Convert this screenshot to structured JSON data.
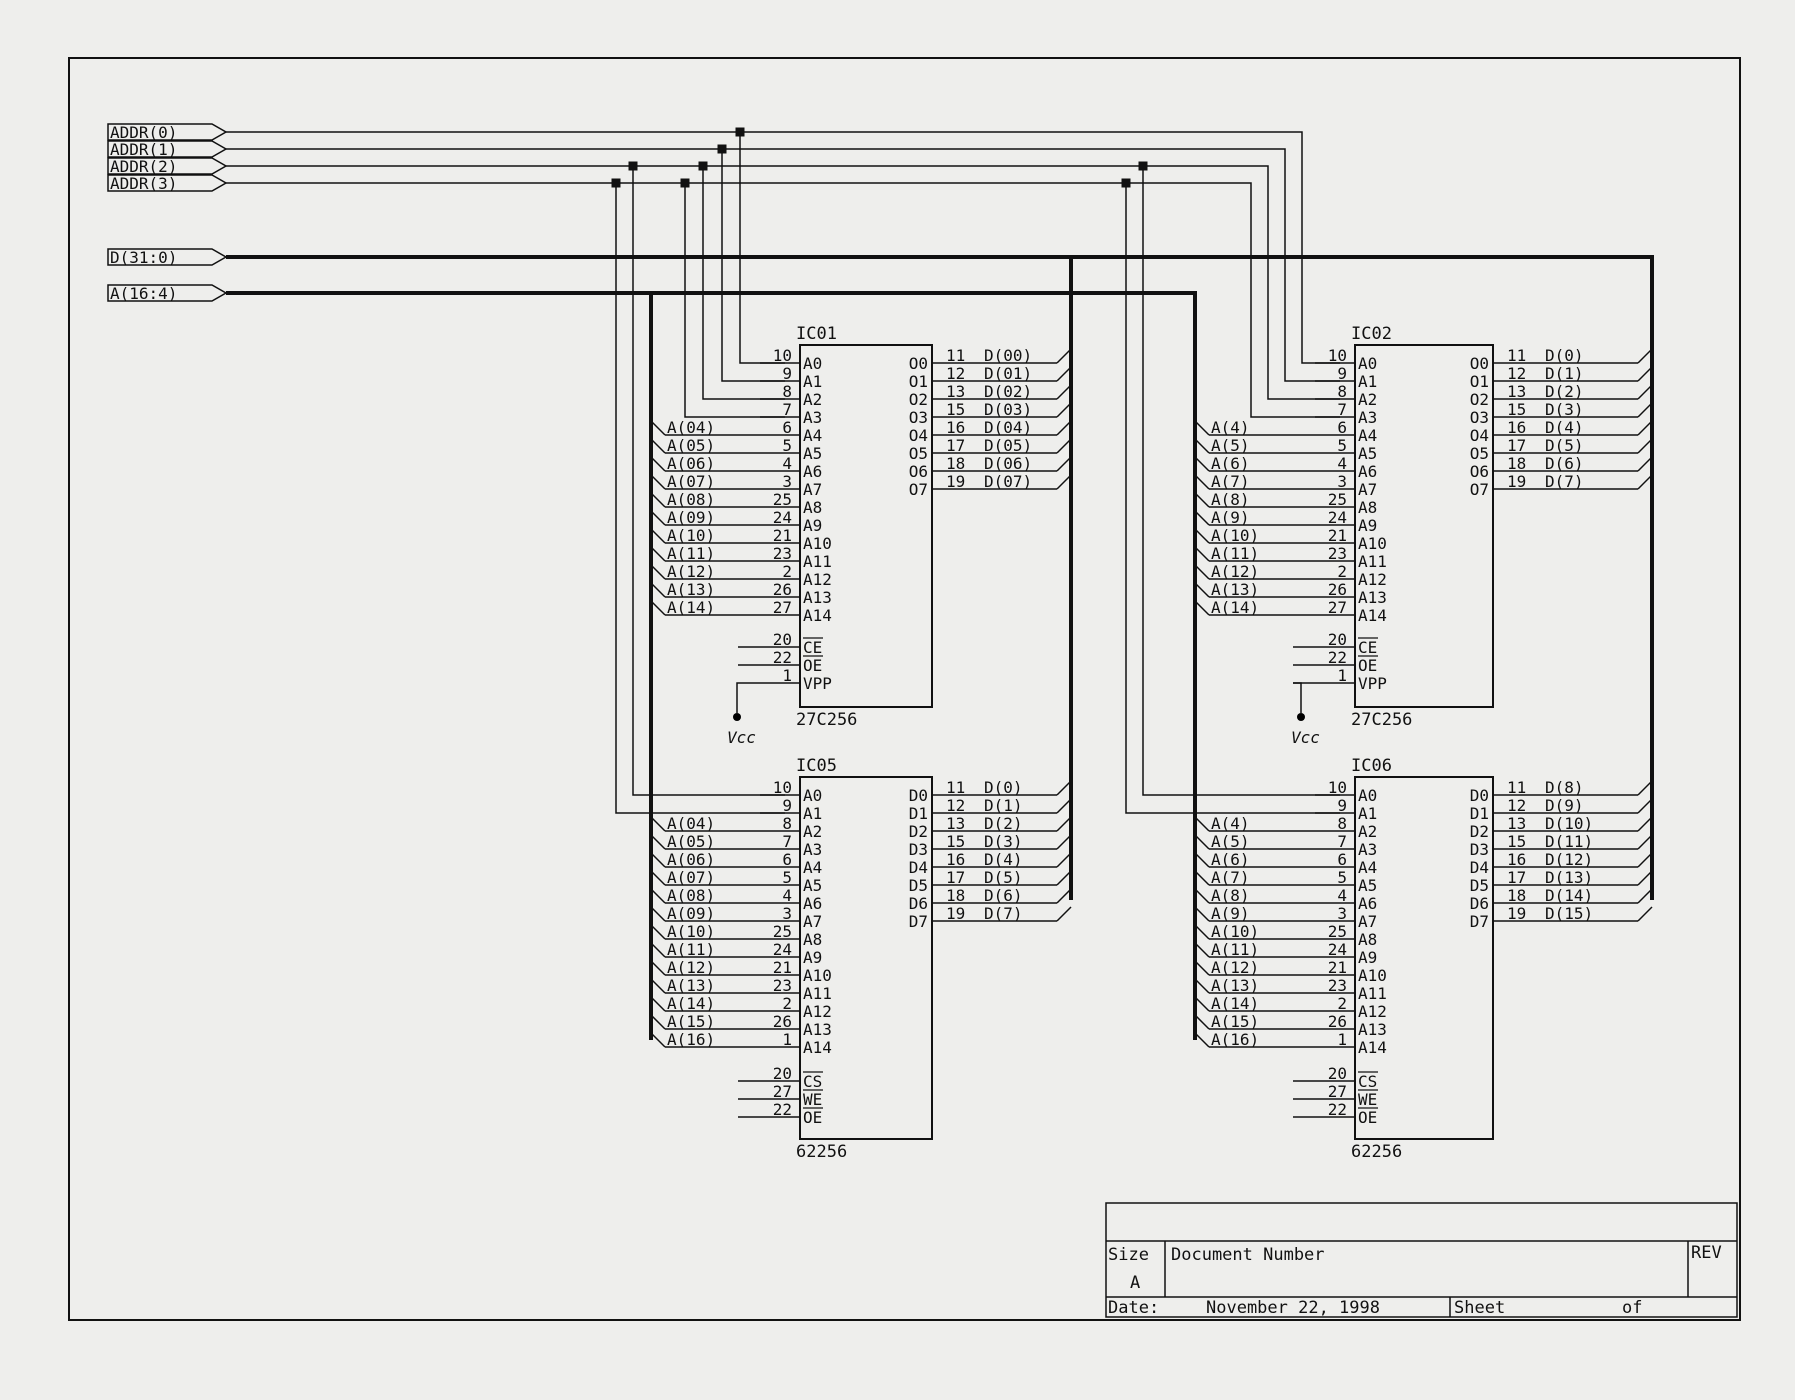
{
  "ports": [
    {
      "label": "ADDR(0)"
    },
    {
      "label": "ADDR(1)"
    },
    {
      "label": "ADDR(2)"
    },
    {
      "label": "ADDR(3)"
    },
    {
      "label": "D(31:0)"
    },
    {
      "label": "A(16:4)"
    }
  ],
  "chips": [
    {
      "name": "IC01",
      "part": "27C256",
      "vcc": "Vcc",
      "left_pins": [
        {
          "num": "10",
          "name": "A0",
          "sig": ""
        },
        {
          "num": "9",
          "name": "A1",
          "sig": ""
        },
        {
          "num": "8",
          "name": "A2",
          "sig": ""
        },
        {
          "num": "7",
          "name": "A3",
          "sig": ""
        },
        {
          "num": "6",
          "name": "A4",
          "sig": "A(04)"
        },
        {
          "num": "5",
          "name": "A5",
          "sig": "A(05)"
        },
        {
          "num": "4",
          "name": "A6",
          "sig": "A(06)"
        },
        {
          "num": "3",
          "name": "A7",
          "sig": "A(07)"
        },
        {
          "num": "25",
          "name": "A8",
          "sig": "A(08)"
        },
        {
          "num": "24",
          "name": "A9",
          "sig": "A(09)"
        },
        {
          "num": "21",
          "name": "A10",
          "sig": "A(10)"
        },
        {
          "num": "23",
          "name": "A11",
          "sig": "A(11)"
        },
        {
          "num": "2",
          "name": "A12",
          "sig": "A(12)"
        },
        {
          "num": "26",
          "name": "A13",
          "sig": "A(13)"
        },
        {
          "num": "27",
          "name": "A14",
          "sig": "A(14)"
        }
      ],
      "ctrl_pins": [
        {
          "num": "20",
          "name": "CE"
        },
        {
          "num": "22",
          "name": "OE"
        },
        {
          "num": "1",
          "name": "VPP"
        }
      ],
      "right_pins": [
        {
          "num": "11",
          "name": "O0",
          "sig": "D(00)"
        },
        {
          "num": "12",
          "name": "O1",
          "sig": "D(01)"
        },
        {
          "num": "13",
          "name": "O2",
          "sig": "D(02)"
        },
        {
          "num": "15",
          "name": "O3",
          "sig": "D(03)"
        },
        {
          "num": "16",
          "name": "O4",
          "sig": "D(04)"
        },
        {
          "num": "17",
          "name": "O5",
          "sig": "D(05)"
        },
        {
          "num": "18",
          "name": "O6",
          "sig": "D(06)"
        },
        {
          "num": "19",
          "name": "O7",
          "sig": "D(07)"
        }
      ]
    },
    {
      "name": "IC02",
      "part": "27C256",
      "vcc": "Vcc",
      "left_pins": [
        {
          "num": "10",
          "name": "A0",
          "sig": ""
        },
        {
          "num": "9",
          "name": "A1",
          "sig": ""
        },
        {
          "num": "8",
          "name": "A2",
          "sig": ""
        },
        {
          "num": "7",
          "name": "A3",
          "sig": ""
        },
        {
          "num": "6",
          "name": "A4",
          "sig": "A(4)"
        },
        {
          "num": "5",
          "name": "A5",
          "sig": "A(5)"
        },
        {
          "num": "4",
          "name": "A6",
          "sig": "A(6)"
        },
        {
          "num": "3",
          "name": "A7",
          "sig": "A(7)"
        },
        {
          "num": "25",
          "name": "A8",
          "sig": "A(8)"
        },
        {
          "num": "24",
          "name": "A9",
          "sig": "A(9)"
        },
        {
          "num": "21",
          "name": "A10",
          "sig": "A(10)"
        },
        {
          "num": "23",
          "name": "A11",
          "sig": "A(11)"
        },
        {
          "num": "2",
          "name": "A12",
          "sig": "A(12)"
        },
        {
          "num": "26",
          "name": "A13",
          "sig": "A(13)"
        },
        {
          "num": "27",
          "name": "A14",
          "sig": "A(14)"
        }
      ],
      "ctrl_pins": [
        {
          "num": "20",
          "name": "CE"
        },
        {
          "num": "22",
          "name": "OE"
        },
        {
          "num": "1",
          "name": "VPP"
        }
      ],
      "right_pins": [
        {
          "num": "11",
          "name": "O0",
          "sig": "D(0)"
        },
        {
          "num": "12",
          "name": "O1",
          "sig": "D(1)"
        },
        {
          "num": "13",
          "name": "O2",
          "sig": "D(2)"
        },
        {
          "num": "15",
          "name": "O3",
          "sig": "D(3)"
        },
        {
          "num": "16",
          "name": "O4",
          "sig": "D(4)"
        },
        {
          "num": "17",
          "name": "O5",
          "sig": "D(5)"
        },
        {
          "num": "18",
          "name": "O6",
          "sig": "D(6)"
        },
        {
          "num": "19",
          "name": "O7",
          "sig": "D(7)"
        }
      ]
    },
    {
      "name": "IC05",
      "part": "62256",
      "vcc": "",
      "left_pins": [
        {
          "num": "10",
          "name": "A0",
          "sig": ""
        },
        {
          "num": "9",
          "name": "A1",
          "sig": ""
        },
        {
          "num": "8",
          "name": "A2",
          "sig": "A(04)"
        },
        {
          "num": "7",
          "name": "A3",
          "sig": "A(05)"
        },
        {
          "num": "6",
          "name": "A4",
          "sig": "A(06)"
        },
        {
          "num": "5",
          "name": "A5",
          "sig": "A(07)"
        },
        {
          "num": "4",
          "name": "A6",
          "sig": "A(08)"
        },
        {
          "num": "3",
          "name": "A7",
          "sig": "A(09)"
        },
        {
          "num": "25",
          "name": "A8",
          "sig": "A(10)"
        },
        {
          "num": "24",
          "name": "A9",
          "sig": "A(11)"
        },
        {
          "num": "21",
          "name": "A10",
          "sig": "A(12)"
        },
        {
          "num": "23",
          "name": "A11",
          "sig": "A(13)"
        },
        {
          "num": "2",
          "name": "A12",
          "sig": "A(14)"
        },
        {
          "num": "26",
          "name": "A13",
          "sig": "A(15)"
        },
        {
          "num": "1",
          "name": "A14",
          "sig": "A(16)"
        }
      ],
      "ctrl_pins": [
        {
          "num": "20",
          "name": "CS"
        },
        {
          "num": "27",
          "name": "WE"
        },
        {
          "num": "22",
          "name": "OE"
        }
      ],
      "right_pins": [
        {
          "num": "11",
          "name": "D0",
          "sig": "D(0)"
        },
        {
          "num": "12",
          "name": "D1",
          "sig": "D(1)"
        },
        {
          "num": "13",
          "name": "D2",
          "sig": "D(2)"
        },
        {
          "num": "15",
          "name": "D3",
          "sig": "D(3)"
        },
        {
          "num": "16",
          "name": "D4",
          "sig": "D(4)"
        },
        {
          "num": "17",
          "name": "D5",
          "sig": "D(5)"
        },
        {
          "num": "18",
          "name": "D6",
          "sig": "D(6)"
        },
        {
          "num": "19",
          "name": "D7",
          "sig": "D(7)"
        }
      ]
    },
    {
      "name": "IC06",
      "part": "62256",
      "vcc": "",
      "left_pins": [
        {
          "num": "10",
          "name": "A0",
          "sig": ""
        },
        {
          "num": "9",
          "name": "A1",
          "sig": ""
        },
        {
          "num": "8",
          "name": "A2",
          "sig": "A(4)"
        },
        {
          "num": "7",
          "name": "A3",
          "sig": "A(5)"
        },
        {
          "num": "6",
          "name": "A4",
          "sig": "A(6)"
        },
        {
          "num": "5",
          "name": "A5",
          "sig": "A(7)"
        },
        {
          "num": "4",
          "name": "A6",
          "sig": "A(8)"
        },
        {
          "num": "3",
          "name": "A7",
          "sig": "A(9)"
        },
        {
          "num": "25",
          "name": "A8",
          "sig": "A(10)"
        },
        {
          "num": "24",
          "name": "A9",
          "sig": "A(11)"
        },
        {
          "num": "21",
          "name": "A10",
          "sig": "A(12)"
        },
        {
          "num": "23",
          "name": "A11",
          "sig": "A(13)"
        },
        {
          "num": "2",
          "name": "A12",
          "sig": "A(14)"
        },
        {
          "num": "26",
          "name": "A13",
          "sig": "A(15)"
        },
        {
          "num": "1",
          "name": "A14",
          "sig": "A(16)"
        }
      ],
      "ctrl_pins": [
        {
          "num": "20",
          "name": "CS"
        },
        {
          "num": "27",
          "name": "WE"
        },
        {
          "num": "22",
          "name": "OE"
        }
      ],
      "right_pins": [
        {
          "num": "11",
          "name": "D0",
          "sig": "D(8)"
        },
        {
          "num": "12",
          "name": "D1",
          "sig": "D(9)"
        },
        {
          "num": "13",
          "name": "D2",
          "sig": "D(10)"
        },
        {
          "num": "15",
          "name": "D3",
          "sig": "D(11)"
        },
        {
          "num": "16",
          "name": "D4",
          "sig": "D(12)"
        },
        {
          "num": "17",
          "name": "D5",
          "sig": "D(13)"
        },
        {
          "num": "18",
          "name": "D6",
          "sig": "D(14)"
        },
        {
          "num": "19",
          "name": "D7",
          "sig": "D(15)"
        }
      ]
    }
  ],
  "title_block": {
    "size_label": "Size",
    "size_value": "A",
    "doc_label": "Document Number",
    "rev_label": "REV",
    "date_label": "Date:",
    "date_value": "November 22, 1998",
    "sheet_label": "Sheet",
    "of_label": "of"
  }
}
